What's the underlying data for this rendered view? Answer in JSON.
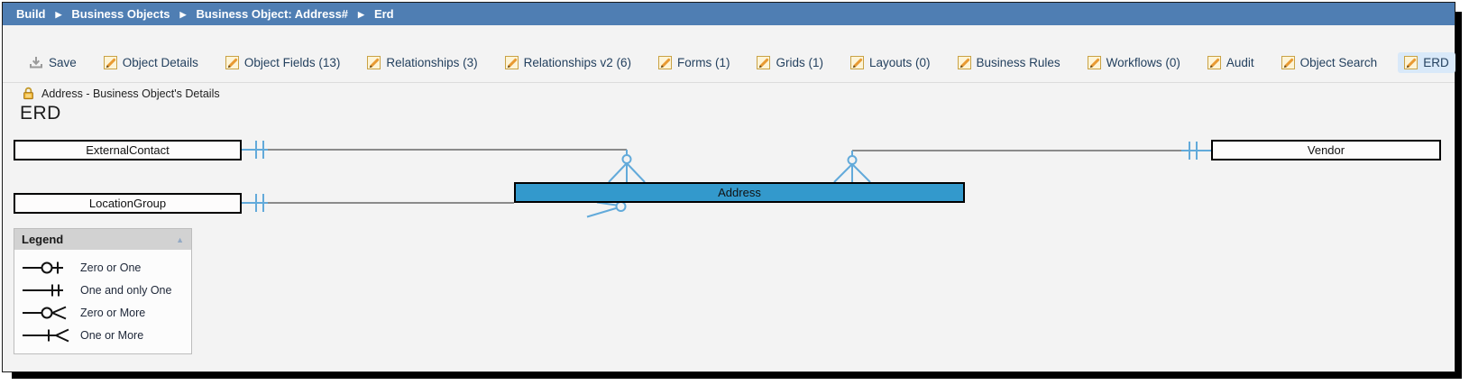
{
  "breadcrumb": {
    "separator": "▶",
    "items": [
      "Build",
      "Business Objects",
      "Business Object: Address#",
      "Erd"
    ]
  },
  "toolbar": {
    "active_item": "ERD",
    "items": [
      {
        "label": "Save",
        "icon": "save-icon"
      },
      {
        "label": "Object Details",
        "icon": "pencil-icon"
      },
      {
        "label": "Object Fields (13)",
        "icon": "pencil-icon"
      },
      {
        "label": "Relationships (3)",
        "icon": "pencil-icon"
      },
      {
        "label": "Relationships v2 (6)",
        "icon": "pencil-icon"
      },
      {
        "label": "Forms (1)",
        "icon": "pencil-icon"
      },
      {
        "label": "Grids (1)",
        "icon": "pencil-icon"
      },
      {
        "label": "Layouts (0)",
        "icon": "pencil-icon"
      },
      {
        "label": "Business Rules",
        "icon": "pencil-icon"
      },
      {
        "label": "Workflows (0)",
        "icon": "pencil-icon"
      },
      {
        "label": "Audit",
        "icon": "pencil-icon"
      },
      {
        "label": "Object Search",
        "icon": "pencil-icon"
      },
      {
        "label": "ERD",
        "icon": "pencil-icon"
      }
    ]
  },
  "header": {
    "subtitle": "Address - Business Object's Details",
    "title": "ERD"
  },
  "diagram": {
    "entities": [
      {
        "name": "ExternalContact",
        "highlighted": false
      },
      {
        "name": "Vendor",
        "highlighted": false
      },
      {
        "name": "LocationGroup",
        "highlighted": false
      },
      {
        "name": "Address",
        "highlighted": true
      }
    ],
    "relationships": [
      {
        "from": "ExternalContact",
        "to": "Address",
        "from_end": "one-and-only-one",
        "to_end": "zero-or-more"
      },
      {
        "from": "Vendor",
        "to": "Address",
        "from_end": "one-and-only-one",
        "to_end": "zero-or-more"
      },
      {
        "from": "LocationGroup",
        "to": "Address",
        "from_end": "one-and-only-one",
        "to_end": "zero-or-more"
      }
    ]
  },
  "legend": {
    "title": "Legend",
    "collapse_icon": "▲",
    "items": [
      {
        "symbol": "zero-or-one",
        "label": "Zero or One"
      },
      {
        "symbol": "one-and-only-one",
        "label": "One and only One"
      },
      {
        "symbol": "zero-or-more",
        "label": "Zero or More"
      },
      {
        "symbol": "one-or-more",
        "label": "One or More"
      }
    ]
  },
  "colors": {
    "breadcrumb_bg": "#4f7eb3",
    "active_tab_bg": "#d9e9f9",
    "entity_fill": "#3399cc",
    "connector_blue": "#62aada",
    "connector_gray": "#8a8a8a"
  }
}
